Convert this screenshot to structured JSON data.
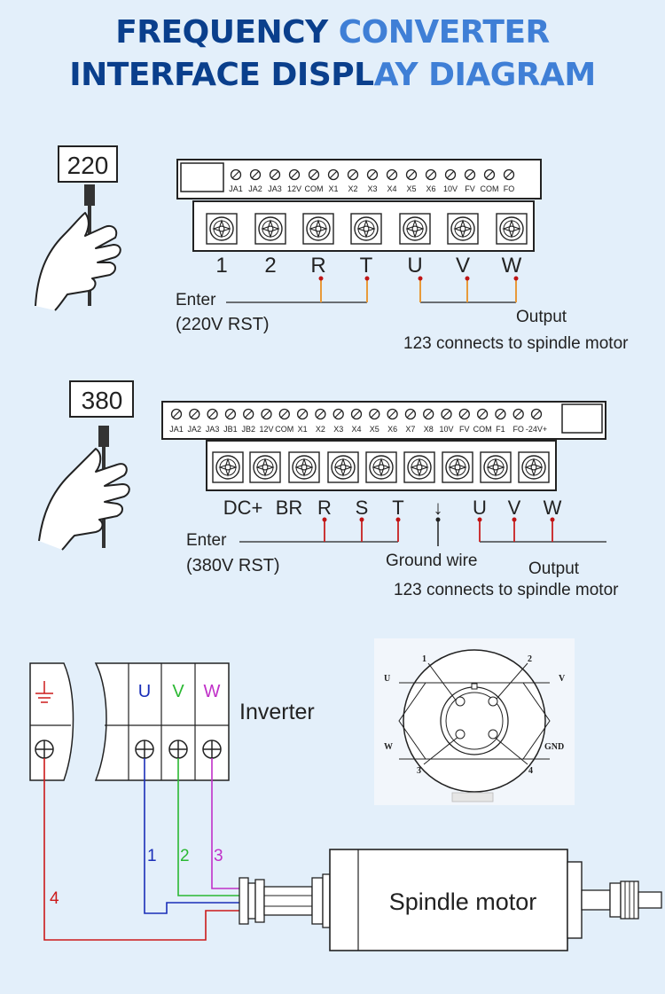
{
  "title": {
    "line1_a": "FREQUENCY ",
    "line1_b": "CONVERTER",
    "line2_a": "INTERFACE DISPL",
    "line2_b": "AY DIAGRAM"
  },
  "section220": {
    "voltage": "220",
    "top_terminals": [
      "JA1",
      "JA2",
      "JA3",
      "12V",
      "COM",
      "X1",
      "X2",
      "X3",
      "X4",
      "X5",
      "X6",
      "10V",
      "FV",
      "COM",
      "FO"
    ],
    "power_terminals": [
      "1",
      "2",
      "R",
      "T",
      "U",
      "V",
      "W"
    ],
    "enter_label": "Enter",
    "enter_sub": "(220V RST)",
    "output_label": "Output",
    "output_sub": "123 connects to spindle motor"
  },
  "section380": {
    "voltage": "380",
    "top_terminals": [
      "JA1",
      "JA2",
      "JA3",
      "JB1",
      "JB2",
      "12V",
      "COM",
      "X1",
      "X2",
      "X3",
      "X4",
      "X5",
      "X6",
      "X7",
      "X8",
      "10V",
      "FV",
      "COM",
      "F1",
      "FO",
      "-24V+"
    ],
    "power_terminals": [
      "DC+",
      "BR",
      "R",
      "S",
      "T",
      "↓",
      "U",
      "V",
      "W"
    ],
    "enter_label": "Enter",
    "enter_sub": "(380V RST)",
    "ground_label": "Ground wire",
    "output_label": "Output",
    "output_sub": "123 connects to spindle motor"
  },
  "wiring": {
    "inverter_label": "Inverter",
    "phase_labels": [
      "U",
      "V",
      "W"
    ],
    "wire_numbers": [
      "1",
      "2",
      "3",
      "4"
    ],
    "motor_label": "Spindle motor",
    "colors": {
      "u": "#1a2eb8",
      "v": "#2ab832",
      "w": "#c030c8",
      "ground": "#cc1a1a"
    }
  },
  "connector": {
    "pins": [
      "1",
      "2",
      "3",
      "4"
    ],
    "labels": [
      "U",
      "V",
      "W",
      "GND"
    ]
  }
}
